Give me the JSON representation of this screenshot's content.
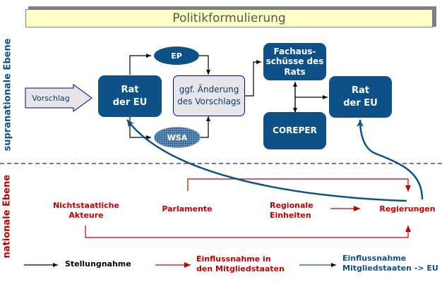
{
  "title": "Politikformulierung",
  "levels": {
    "supranational": "supranationale Ebene",
    "national": "nationale Ebene"
  },
  "supranational": {
    "proposal_arrow": "Vorschlag",
    "council_left": {
      "line1": "Rat",
      "line2": "der EU"
    },
    "ep": "EP",
    "wsa": "WSA",
    "amendment": {
      "line1": "ggf. Änderung",
      "line2": "des Vorschlags"
    },
    "committees": {
      "line1": "Fachaus-",
      "line2": "schüsse des",
      "line3": "Rats"
    },
    "coreper": "COREPER",
    "council_right": {
      "line1": "Rat",
      "line2": "der EU"
    }
  },
  "national": {
    "non_state_actors": {
      "line1": "Nichtstaatliche",
      "line2": "Akteure"
    },
    "parliaments": "Parlamente",
    "regional_units": {
      "line1": "Regionale",
      "line2": "Einheiten"
    },
    "governments": "Regierungen"
  },
  "legend": [
    {
      "label_line1": "Stellungnahme",
      "label_line2": "",
      "color": "#000000"
    },
    {
      "label_line1": "Einflussnahme in",
      "label_line2": "den Mitgliedstaaten",
      "color": "#c00000"
    },
    {
      "label_line1": "Einflussnahme",
      "label_line2": "Mitgliedstaaten -> EU",
      "color": "#0e5189"
    }
  ],
  "colors": {
    "box_blue": "#0e5189",
    "influence_red": "#c00000",
    "title_bg": "#ffffc8",
    "divider": "#1a2a6c"
  }
}
